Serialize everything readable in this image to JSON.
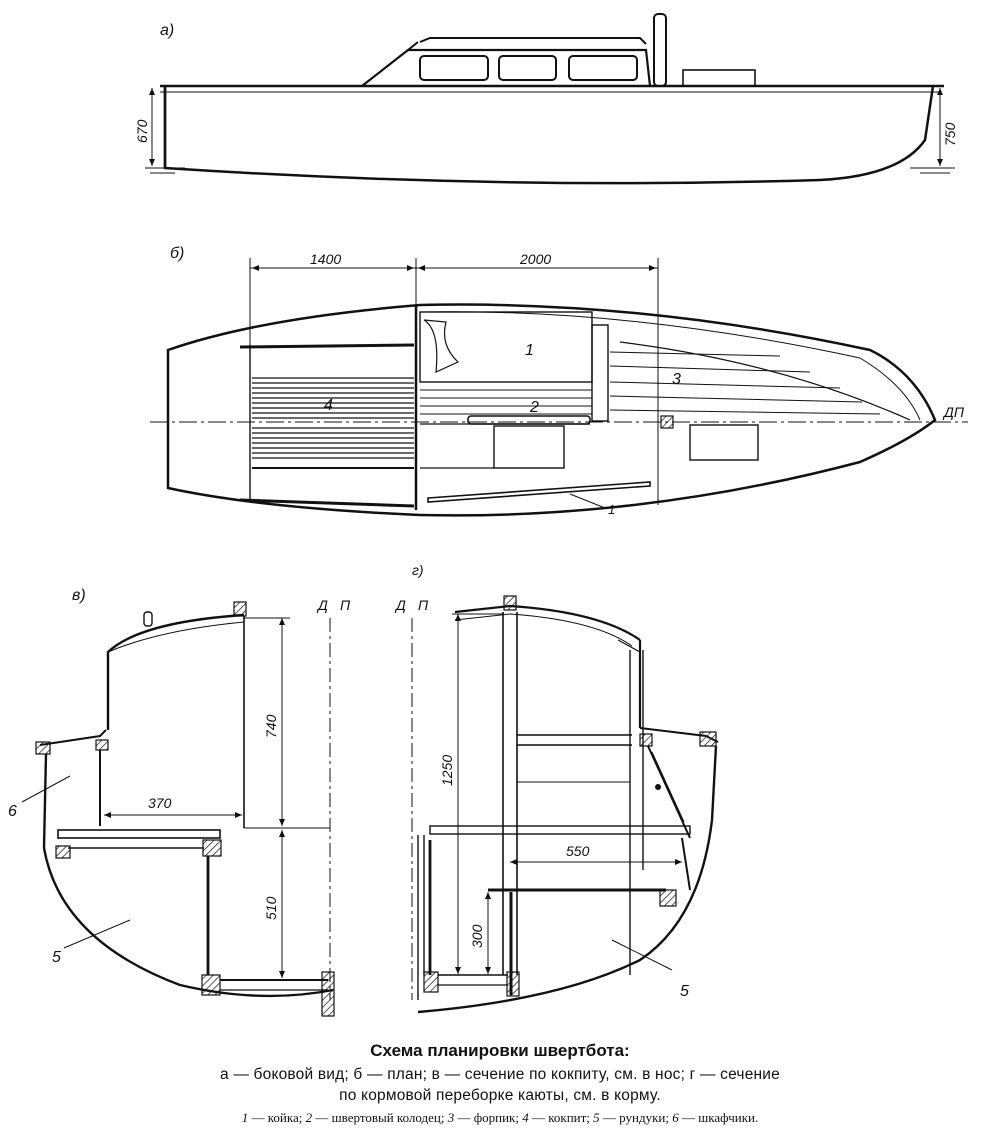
{
  "views": {
    "a": {
      "label": "а)",
      "dim_left": "670",
      "dim_right": "750"
    },
    "b": {
      "label": "б)",
      "dim_1": "1400",
      "dim_2": "2000",
      "dp": "ДП",
      "callouts": [
        "1",
        "2",
        "3",
        "4",
        "1"
      ]
    },
    "v": {
      "label": "в)",
      "dp_d": "Д",
      "dp_p": "П",
      "dim_740": "740",
      "dim_370": "370",
      "dim_510": "510",
      "callout_6": "6",
      "callout_5": "5"
    },
    "g": {
      "label": "г)",
      "dp_d": "Д",
      "dp_p": "П",
      "dim_1250": "1250",
      "dim_550": "550",
      "dim_300": "300",
      "callout_5": "5"
    }
  },
  "caption": {
    "title": "Схема планировки швертбота:",
    "line1": "а — боковой вид; б — план; в — сечение по кокпиту, см. в нос; г — сечение",
    "line2": "по кормовой переборке каюты, см. в корму.",
    "legend": [
      {
        "n": "1",
        "text": " — койка; "
      },
      {
        "n": "2",
        "text": " — швертовый колодец; "
      },
      {
        "n": "3",
        "text": " — форпик; "
      },
      {
        "n": "4",
        "text": " — кокпит; "
      },
      {
        "n": "5",
        "text": " — рундуки; "
      },
      {
        "n": "6",
        "text": " — шкафчики."
      }
    ]
  }
}
